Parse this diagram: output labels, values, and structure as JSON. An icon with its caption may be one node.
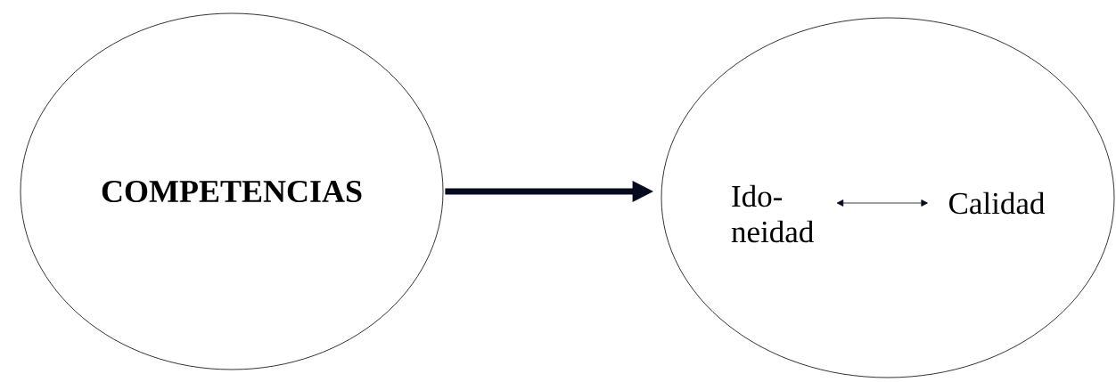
{
  "diagram": {
    "nodes": [
      {
        "text": [
          "COMPETENCIAS"
        ]
      },
      {
        "text": [],
        "shape": "ellipse"
      },
      {
        "text": [
          "Ido- neidad"
        ],
        "in": 1
      },
      {
        "text": [
          "Calidad"
        ],
        "in": 1
      }
    ],
    "edges": [
      {
        "from": 0,
        "to": 1,
        "arrow": "to",
        "style": "thick"
      },
      {
        "from": 2,
        "to": 3,
        "arrow": "both"
      }
    ]
  }
}
